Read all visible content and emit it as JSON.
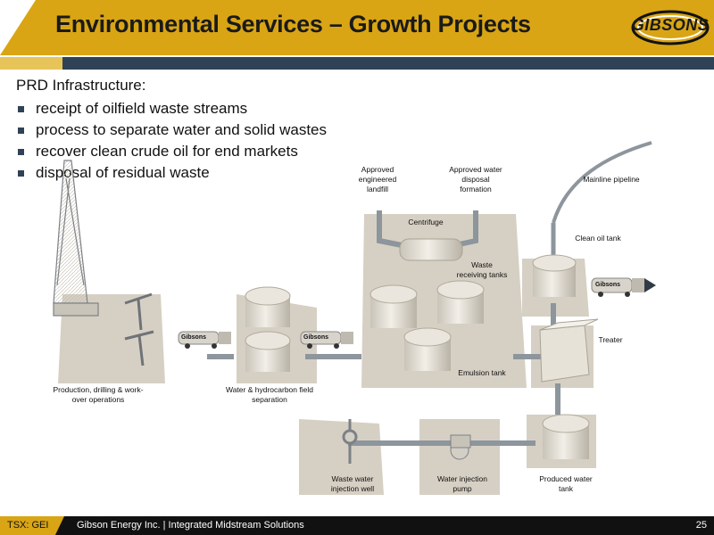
{
  "header": {
    "title": "Environmental Services – Growth Projects",
    "logo_text": "GIBSONS"
  },
  "content": {
    "intro": "PRD Infrastructure:",
    "bullets": [
      "receipt of oilfield waste streams",
      "process to separate water and solid wastes",
      "recover clean crude oil for end markets",
      "disposal of residual waste"
    ]
  },
  "diagram": {
    "labels": {
      "landfill": "Approved engineered landfill",
      "disposal_formation": "Approved water disposal formation",
      "centrifuge": "Centrifuge",
      "waste_tanks": "Waste receiving tanks",
      "mainline": "Mainline pipeline",
      "clean_oil_tank": "Clean oil tank",
      "treater": "Treater",
      "emulsion_tank": "Emulsion tank",
      "production": "Production, drilling & work-over operations",
      "field_separation": "Water & hydrocarbon field separation",
      "injection_well": "Waste water injection well",
      "injection_pump": "Water injection pump",
      "produced_tank": "Produced water tank"
    },
    "truck_label": "Gibsons"
  },
  "footer": {
    "ticker": "TSX: GEI",
    "text": "Gibson Energy Inc.  |  Integrated Midstream Solutions",
    "page": "25"
  },
  "colors": {
    "gold": "#d9a514",
    "navy": "#2f4256",
    "tank": "#ddd9cf",
    "pipe": "#8d959d",
    "ground": "#cfc9bd"
  }
}
